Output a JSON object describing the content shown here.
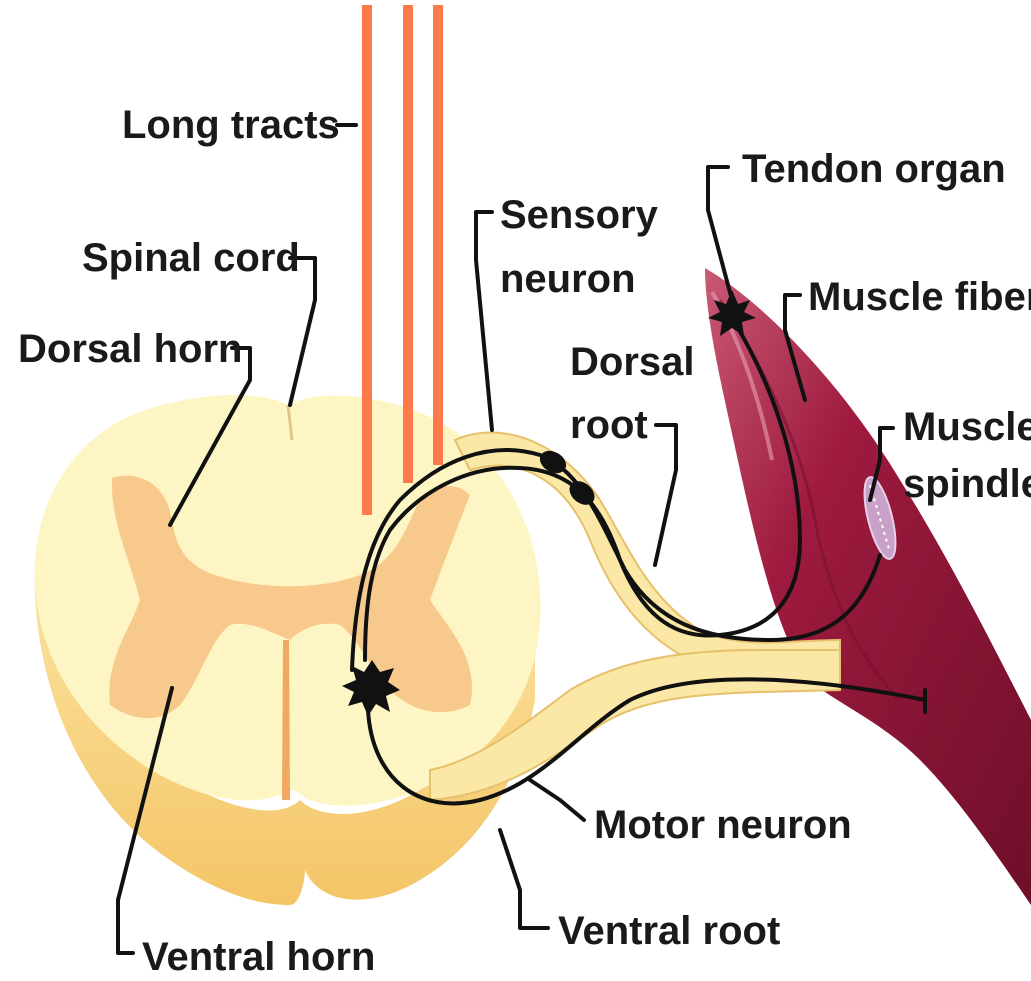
{
  "labels": {
    "long_tracts": "Long tracts",
    "spinal_cord": "Spinal cord",
    "dorsal_horn": "Dorsal horn",
    "sensory_neuron_line1": "Sensory",
    "sensory_neuron_line2": "neuron",
    "dorsal_root_line1": "Dorsal",
    "dorsal_root_line2": "root",
    "tendon_organ": "Tendon organ",
    "muscle_fiber": "Muscle fiber",
    "muscle_spindle_line1": "Muscle",
    "muscle_spindle_line2": "spindle",
    "motor_neuron": "Motor neuron",
    "ventral_root": "Ventral root",
    "ventral_horn": "Ventral horn"
  },
  "colors": {
    "white_matter": "#fdf6c4",
    "white_matter_side": "#f7d27a",
    "gray_matter": "#f8c98c",
    "long_tract": "#ff7a4a",
    "nerve_root": "#fbe7a6",
    "muscle": "#9e1a3e",
    "muscle_dark": "#6e0f2a",
    "line": "#111111"
  }
}
